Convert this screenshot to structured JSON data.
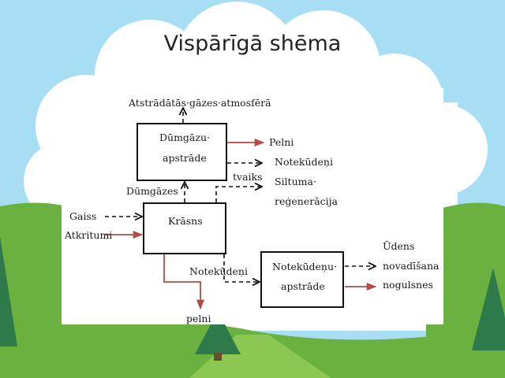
{
  "slide": {
    "title": "Vispārīgā shēma"
  },
  "diagram": {
    "boxes": {
      "flue_treatment": {
        "line1": "Dūmgāzu·",
        "line2": "apstrāde"
      },
      "furnace": {
        "label": "Krāsns"
      },
      "wastewater_treatment": {
        "line1": "Notekūdeņu·",
        "line2": "apstrāde"
      }
    },
    "labels": {
      "exhaust": "Atstrādātās·gāzes·atmosfērā",
      "ash_top": "Pelni",
      "wastewater_out": "Notekūdeņi",
      "steam": "tvaiks",
      "heat_line1": "Siltuma·",
      "heat_line2": "reģenerācija",
      "flue_gases": "Dūmgāzes",
      "air": "Gaiss",
      "waste": "Atkritumi",
      "wastewater_in": "Notekūdeņi",
      "ash_bottom": "pelni",
      "water_line1": "Ūdens",
      "water_line2": "novadīšana",
      "sludge": "nogulsnes"
    }
  },
  "colors": {
    "sky": "#a8def3",
    "cloud": "#ffffff",
    "grass": "#6ab13f",
    "grass_light": "#8cc753",
    "tree": "#2f7a4a",
    "trunk": "#6b4a2b",
    "solid_arrow": "#b24b47",
    "dashed_arrow": "#111111"
  }
}
